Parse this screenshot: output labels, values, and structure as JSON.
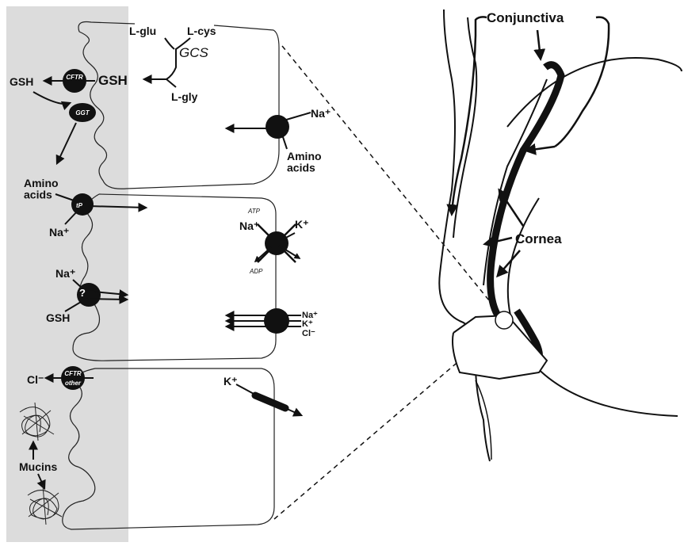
{
  "synthesis": {
    "enzyme": "GCS",
    "substrates": [
      "L-glu",
      "L-cys",
      "L-gly"
    ],
    "product": "GSH"
  },
  "apical_cell": {
    "gsh_out": "GSH",
    "cftr": "CFTR",
    "ggt": "GGT",
    "amino_acids_out": "Amino\nacids",
    "na_in": "Na⁺",
    "na_basal": "Na⁺",
    "amino_acids_basal": "Amino\nacids",
    "tp": "tP"
  },
  "middle_cell": {
    "atp": "ATP",
    "adp": "ADP",
    "na": "Na⁺",
    "k": "K⁺",
    "question": "?",
    "na_top": "Na⁺",
    "gsh_bottom": "GSH",
    "cotransport": [
      "Na⁺",
      "K⁺",
      "Cl⁻"
    ]
  },
  "bottom_cell": {
    "cl": "Cl⁻",
    "cftr": "CFTR",
    "other": "other",
    "k": "K⁺",
    "mucins": "Mucins"
  },
  "eye": {
    "conjunctiva": "Conjunctiva",
    "cornea": "Cornea"
  }
}
